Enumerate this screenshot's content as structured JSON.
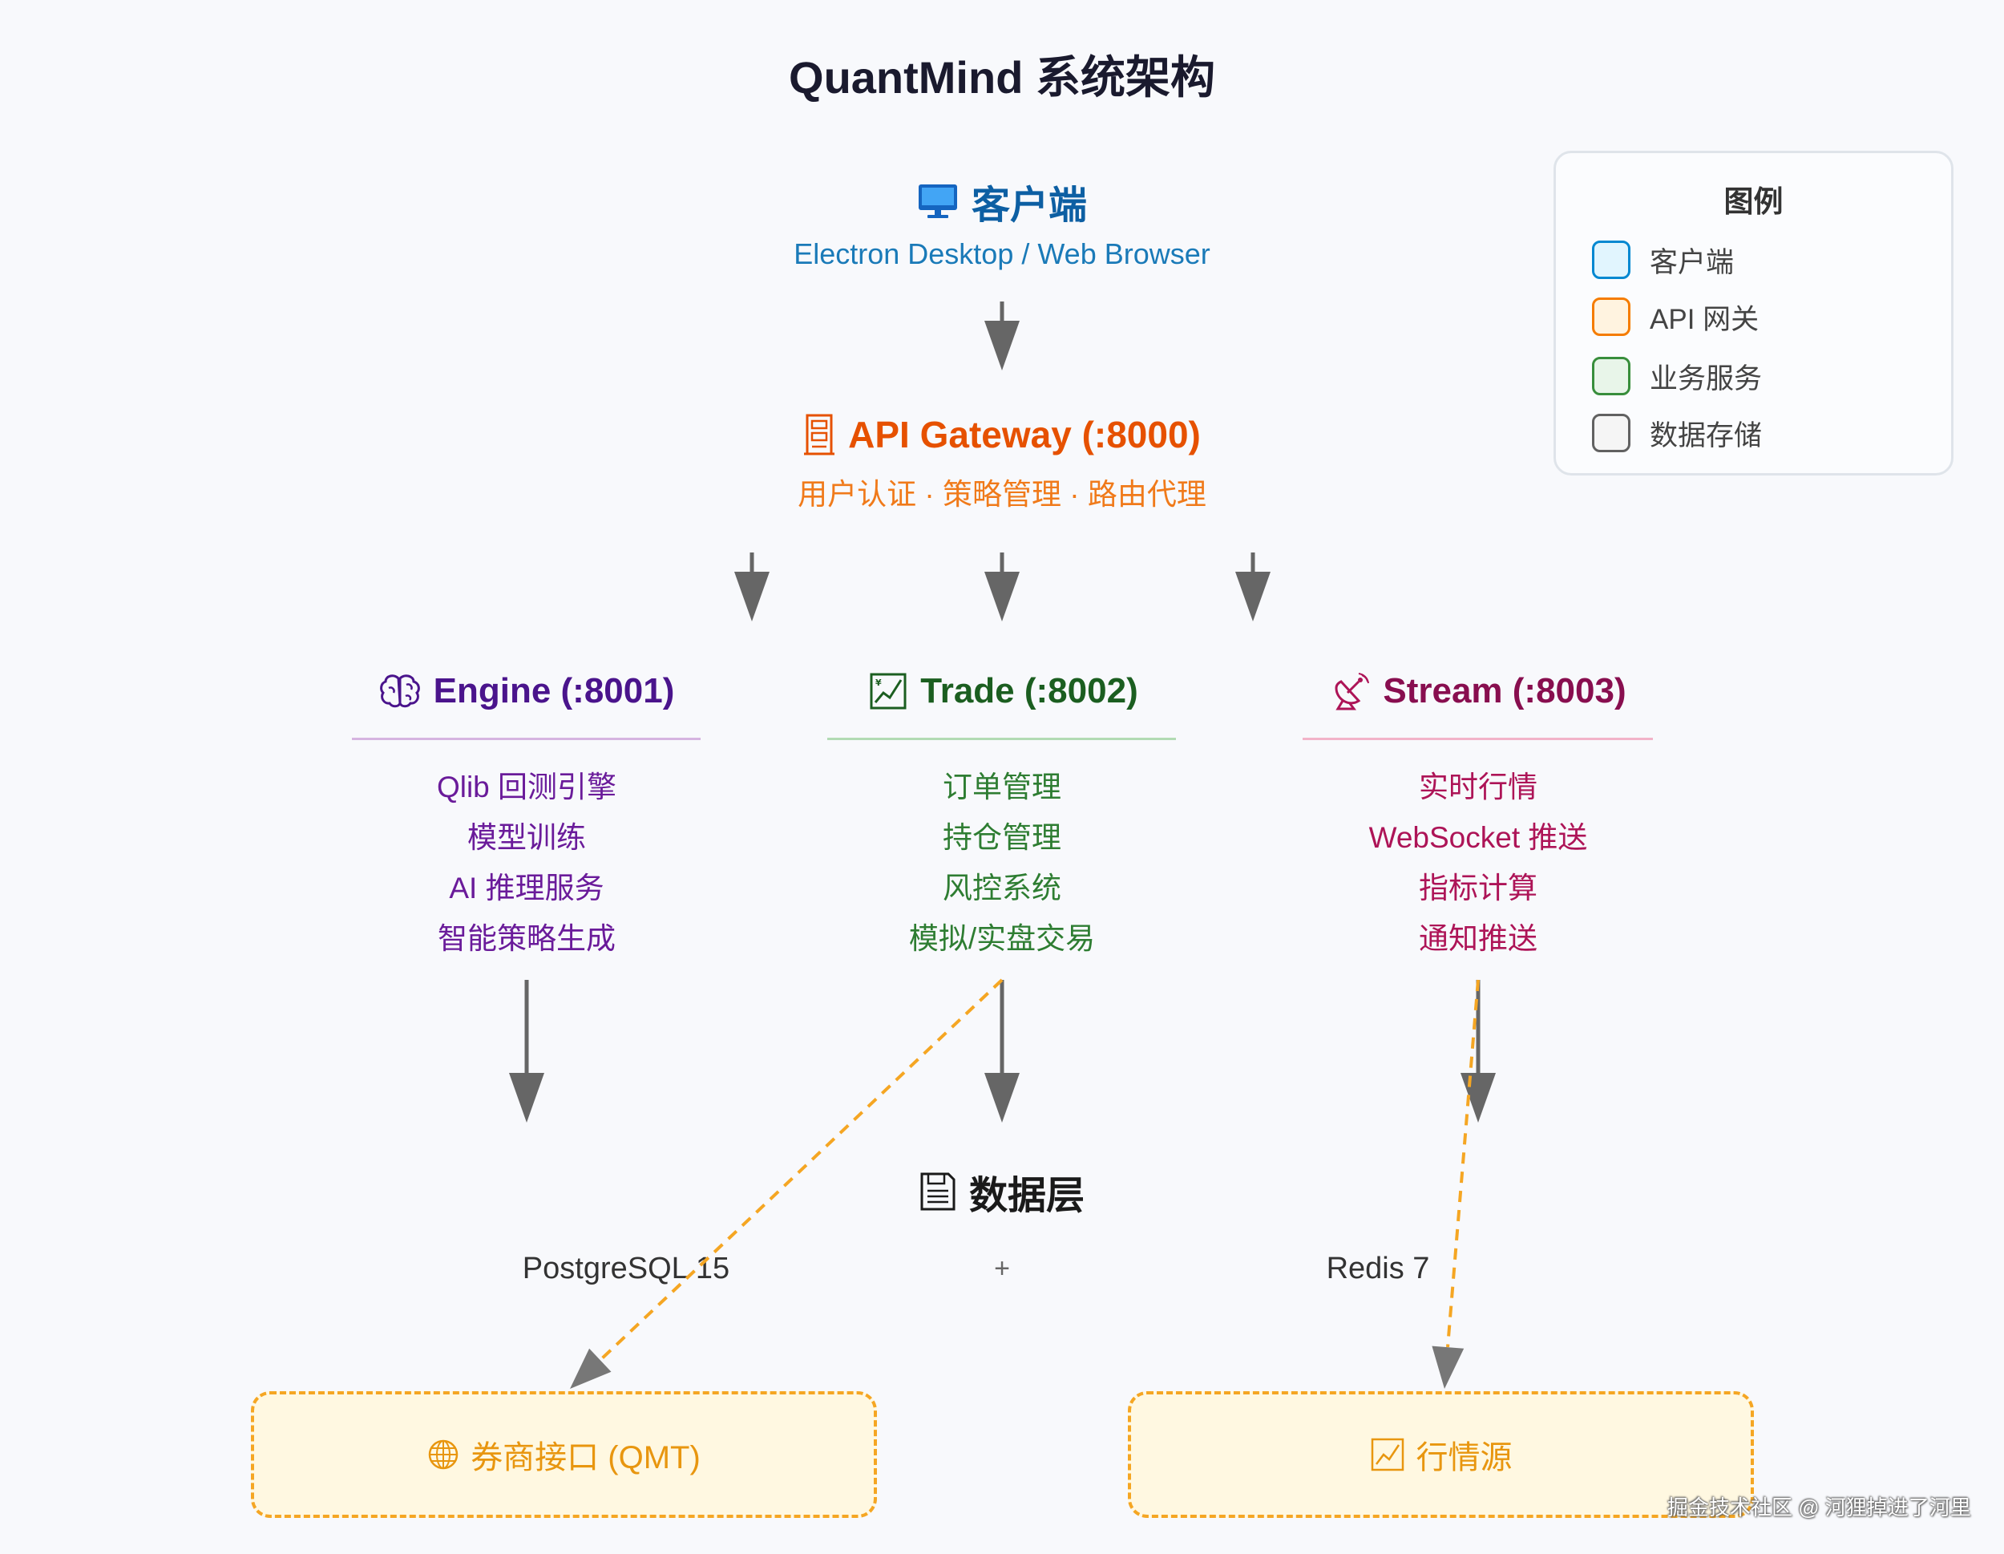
{
  "title": "QuantMind 系统架构",
  "client": {
    "icon": "monitor-icon",
    "title": "客户端",
    "subtitle": "Electron Desktop / Web Browser",
    "color": "#0d5fa3"
  },
  "gateway": {
    "icon": "building-icon",
    "title": "API Gateway (:8000)",
    "subtitle": "用户认证 · 策略管理 · 路由代理",
    "color": "#e65100"
  },
  "services": [
    {
      "icon": "brain-icon",
      "title": "Engine (:8001)",
      "items": [
        "Qlib 回测引擎",
        "模型训练",
        "AI 推理服务",
        "智能策略生成"
      ],
      "title_color": "#4a148c",
      "item_color": "#6a1b9a",
      "line_color": "#d6b4e0"
    },
    {
      "icon": "chart-icon",
      "title": "Trade (:8002)",
      "items": [
        "订单管理",
        "持仓管理",
        "风控系统",
        "模拟/实盘交易"
      ],
      "title_color": "#1b5e20",
      "item_color": "#2e7d32",
      "line_color": "#b2dbb4"
    },
    {
      "icon": "satellite-icon",
      "title": "Stream (:8003)",
      "items": [
        "实时行情",
        "WebSocket 推送",
        "指标计算",
        "通知推送"
      ],
      "title_color": "#880e4f",
      "item_color": "#ad1457",
      "line_color": "#f2b3c9"
    }
  ],
  "data_layer": {
    "icon": "floppy-icon",
    "title": "数据层",
    "stores": [
      "PostgreSQL 15",
      "+",
      "Redis 7"
    ]
  },
  "external": [
    {
      "icon": "globe-icon",
      "label": "券商接口 (QMT)"
    },
    {
      "icon": "chart-icon",
      "label": "行情源"
    }
  ],
  "legend": {
    "title": "图例",
    "items": [
      {
        "label": "客户端",
        "fill": "#e1f5fe",
        "border": "#0288d1"
      },
      {
        "label": "API 网关",
        "fill": "#fff3e0",
        "border": "#f57c00"
      },
      {
        "label": "业务服务",
        "fill": "#e8f5e9",
        "border": "#388e3c"
      },
      {
        "label": "数据存储",
        "fill": "#f5f5f5",
        "border": "#616161"
      }
    ]
  },
  "watermark": "掘金技术社区 @ 河狸掉进了河里"
}
